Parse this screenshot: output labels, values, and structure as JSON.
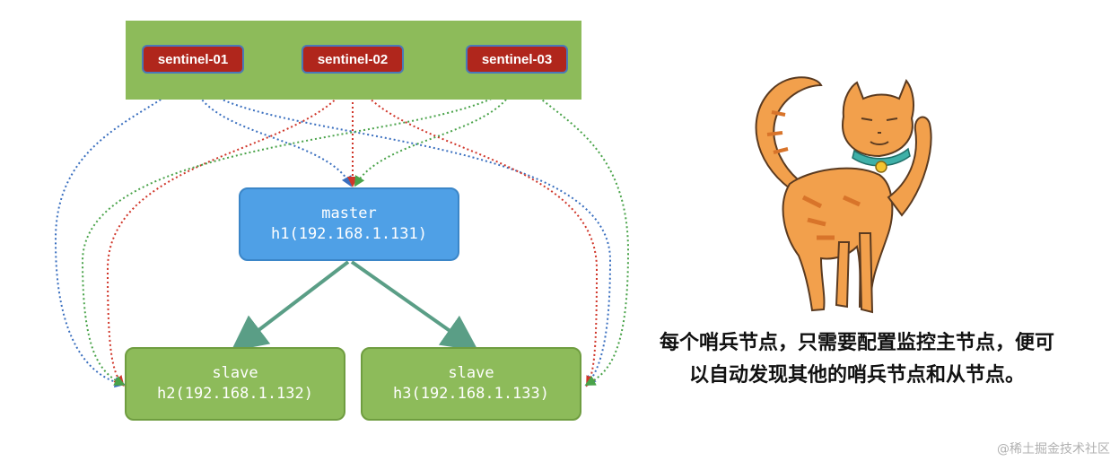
{
  "sentinels": [
    {
      "label": "sentinel-01"
    },
    {
      "label": "sentinel-02"
    },
    {
      "label": "sentinel-03"
    }
  ],
  "master": {
    "role": "master",
    "address": "h1(192.168.1.131)"
  },
  "slaves": [
    {
      "role": "slave",
      "address": "h2(192.168.1.132)"
    },
    {
      "role": "slave",
      "address": "h3(192.168.1.133)"
    }
  ],
  "caption": "每个哨兵节点，只需要配置监控主节点，便可以自动发现其他的哨兵节点和从节点。",
  "watermark": "@稀土掘金技术社区",
  "colors": {
    "sentinel_bar": "#8dbb5a",
    "sentinel_box": "#b0261c",
    "master": "#4fa0e6",
    "slave": "#8dbb5a",
    "replication_arrow": "#5a9e86",
    "sentinel_01_link": "#3a6fbf",
    "sentinel_02_link": "#d0362a",
    "sentinel_03_link": "#4aa34a"
  }
}
